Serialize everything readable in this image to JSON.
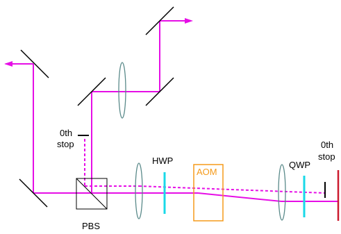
{
  "labels": {
    "pbs": "PBS",
    "hwp": "HWP",
    "aom": "AOM",
    "qwp": "QWP",
    "stop_left_line1": "0th",
    "stop_left_line2": "stop",
    "stop_right_line1": "0th",
    "stop_right_line2": "stop"
  },
  "colors": {
    "beam": "#e60ee6",
    "mirror": "#000000",
    "lens": "#5a8a8a",
    "waveplate": "#19d9e8",
    "aom": "#f59a1a",
    "aom_text": "#f59a1a",
    "end_mirror": "#cc1a2e",
    "text": "#000000"
  }
}
